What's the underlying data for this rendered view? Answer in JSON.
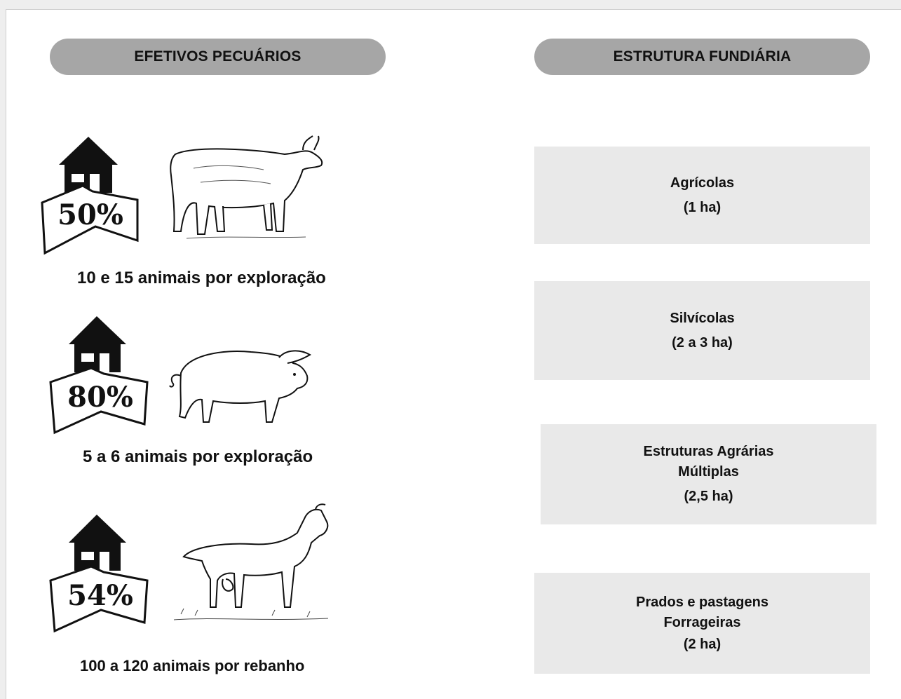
{
  "livestock": {
    "title": "EFETIVOS PECUÁRIOS",
    "items": [
      {
        "animal": "cow-icon",
        "percentage": "50%",
        "caption": "10 e 15 animais por exploração"
      },
      {
        "animal": "pig-icon",
        "percentage": "80%",
        "caption": "5 a 6 animais por exploração"
      },
      {
        "animal": "goat-icon",
        "percentage": "54%",
        "caption": "100 a 120 animais por rebanho"
      }
    ]
  },
  "land_structure": {
    "title": "ESTRUTURA FUNDIÁRIA",
    "items": [
      {
        "label": "Agrícolas",
        "value": "(1 ha)"
      },
      {
        "label": "Silvícolas",
        "value": "(2 a  3 ha)"
      },
      {
        "label_line1": "Estruturas Agrárias",
        "label_line2": "Múltiplas",
        "value": "(2,5  ha)"
      },
      {
        "label_line1": "Prados e pastagens",
        "label_line2": "Forrageiras",
        "value": "(2 ha)"
      }
    ]
  },
  "colors": {
    "pill": "#a6a6a6",
    "box": "#e9e9e9",
    "ink": "#111111"
  }
}
